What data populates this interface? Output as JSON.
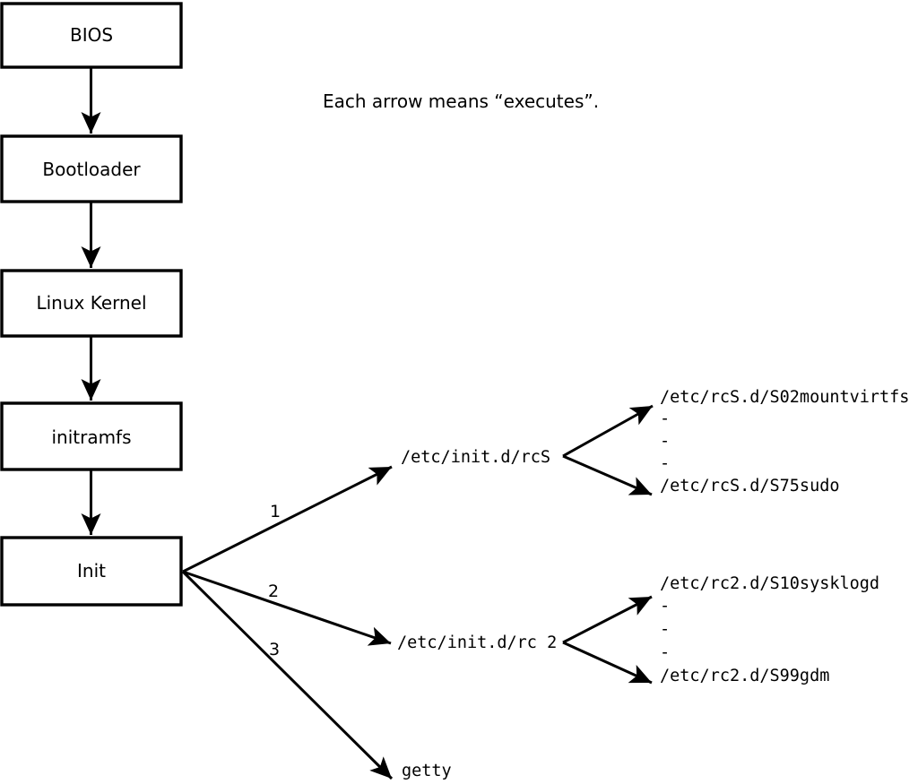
{
  "note": "Each arrow means “executes”.",
  "colors": {
    "ink": "#000000",
    "background": "#ffffff",
    "box_fill": "#ffffff"
  },
  "chain_boxes": [
    {
      "label": "BIOS"
    },
    {
      "label": "Bootloader"
    },
    {
      "label": "Linux Kernel"
    },
    {
      "label": "initramfs"
    },
    {
      "label": "Init"
    }
  ],
  "init_arrows": [
    {
      "label": "1",
      "target": "/etc/init.d/rcS"
    },
    {
      "label": "2",
      "target": "/etc/init.d/rc 2"
    },
    {
      "label": "3",
      "target": "getty"
    }
  ],
  "rcS_scripts": {
    "first": "/etc/rcS.d/S02mountvirtfs",
    "ellipsis": "-",
    "last": "/etc/rcS.d/S75sudo"
  },
  "rc2_scripts": {
    "first": "/etc/rc2.d/S10sysklogd",
    "ellipsis": "-",
    "last": "/etc/rc2.d/S99gdm"
  }
}
